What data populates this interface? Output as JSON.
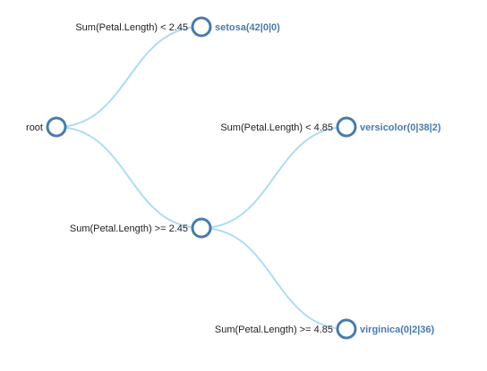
{
  "tree": {
    "colors": {
      "link": "#aedcf4",
      "node_stroke": "#4a7aaa",
      "leaf_text": "#4a7aaa",
      "label_text": "#222222"
    },
    "nodes": {
      "root": {
        "label": "root"
      },
      "left": {
        "condition": "Sum(Petal.Length) < 2.45",
        "leaf": "setosa(42|0|0)"
      },
      "right": {
        "condition": "Sum(Petal.Length) >= 2.45"
      },
      "right_left": {
        "condition": "Sum(Petal.Length) < 4.85",
        "leaf": "versicolor(0|38|2)"
      },
      "right_right": {
        "condition": "Sum(Petal.Length) >= 4.85",
        "leaf": "virginica(0|2|36)"
      }
    }
  }
}
